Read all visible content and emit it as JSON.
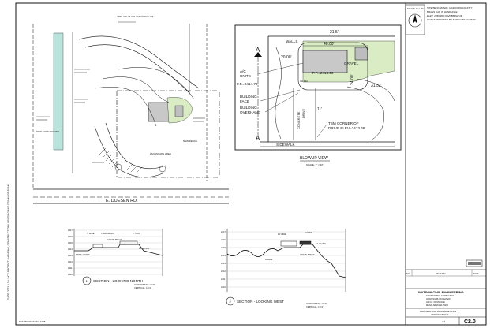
{
  "header": {
    "scale_box": "SCALE 1\" = 20'",
    "site_notes": [
      "SITE BENCHMARK: MARICOPA COUNTY",
      "BRASS CAP IN HANDHOLE",
      "ELEV: 2450.263 NAVD88 DATUM",
      "GDACS PROVIDED BY MARICOPA COUNTY"
    ]
  },
  "plan": {
    "road_label": "E. DUESEN RD.",
    "note_left": "NEW CONC. PAVING",
    "note_right": "NEW FENCE",
    "note_top": "APN: 219-27-002 / GRADING LOT",
    "note_bottom": "LANDSCAPE AREA"
  },
  "blowup": {
    "title": "BLOWUP VIEW",
    "scale": "SCALE: 1\" = 10'",
    "section_mark": "A",
    "dim_top": "40.00'",
    "dim_left": "20.00'",
    "dim_right": "31.52'",
    "dim_vert": "24.00'",
    "dim_small": "11'",
    "dim_21": "21.5'",
    "ff_elev": "F.F.=2414.76",
    "ff_elev2": "F.F.=2414.50",
    "labels": [
      "WALLS",
      "A/C",
      "UNITS",
      "BUILDING",
      "FACE",
      "BUILDING",
      "OVERHANG",
      "TBM CORNER OF",
      "DRIVE  ELEV=2413.66",
      "SIDEWALK",
      "CONCRETE",
      "DRIVE",
      "SITE",
      "GRAVEL"
    ]
  },
  "sections": {
    "north_title": "SECTION - LOOKING NORTH",
    "north_num": "1",
    "north_horiz": "HORIZONTAL: 1\"=20'",
    "north_vert": "VERTICAL: 1\"=4'",
    "north_tags": [
      "5' WIDE",
      "5' SIDEWALK",
      "6\" TALL",
      "GRADE BREAK",
      "4:1 SLOPE",
      "EXIST. GRADE"
    ],
    "west_title": "SECTION - LOOKING WEST",
    "west_num": "2",
    "west_horiz": "HORIZONTAL: 1\"=20'",
    "west_vert": "VERTICAL: 1\"=4'",
    "west_tags": [
      "12' WIDE",
      "5' WIDE",
      "4:1 SLOPE",
      "GRADE BREAK",
      "GRADE"
    ],
    "axis_ticks": [
      "2417",
      "2416",
      "2415",
      "2414",
      "2413",
      "2412",
      "2411",
      "2410"
    ]
  },
  "title_block": {
    "revision_header_no": "NO.",
    "revision_header": "REVISION",
    "revision_header_date": "DATE",
    "firm": "WATSON CIVIL ENGINEERING",
    "firm_lines": [
      "ENGINEERING CONSULTANT",
      "GRADING PLAN REVIEW",
      "4231 E. FRONTAGE",
      "MESA, ARIZONA 85205"
    ],
    "sheet_title": [
      "GRADING AND DRAINAGE PLAN",
      "AND SECTIONS"
    ],
    "sheet_no": "C2.0",
    "page_of": "2  3",
    "job_no": "NCE PROJECT NO.: F208"
  },
  "side_note": "DATE: 2022-1-10 / NCE PROJECT / HEARING, CONSTRUCTION / GRADING AND DRAINAGE PLAN",
  "colors": {
    "green_fill": "#d9ecc4",
    "teal_strip": "#b9e4dc",
    "gray_fill": "#c8c8c8",
    "ink": "#111111"
  }
}
